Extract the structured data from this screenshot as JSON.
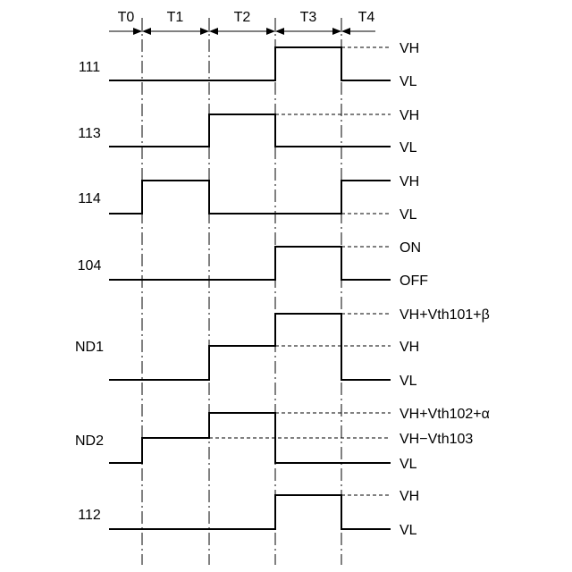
{
  "periods": [
    "T0",
    "T1",
    "T2",
    "T3",
    "T4"
  ],
  "signals": [
    {
      "name": "111",
      "levels": [
        "VH",
        "VL"
      ],
      "transitions": [
        "VL",
        "VL",
        "VL",
        "VH",
        "VL"
      ]
    },
    {
      "name": "113",
      "levels": [
        "VH",
        "VL"
      ],
      "transitions": [
        "VL",
        "VL",
        "VH",
        "VL",
        "VL"
      ]
    },
    {
      "name": "114",
      "levels": [
        "VH",
        "VL"
      ],
      "transitions": [
        "VL",
        "VH",
        "VL",
        "VL",
        "VH"
      ]
    },
    {
      "name": "104",
      "levels": [
        "ON",
        "OFF"
      ],
      "transitions": [
        "OFF",
        "OFF",
        "OFF",
        "ON",
        "OFF"
      ]
    },
    {
      "name": "ND1",
      "levels": [
        "VH+Vth101+β",
        "VH",
        "VL"
      ],
      "transitions": [
        "VL",
        "VL",
        "VH",
        "VH+Vth101+β",
        "VL"
      ]
    },
    {
      "name": "ND2",
      "levels": [
        "VH+Vth102+α",
        "VH−Vth103",
        "VL"
      ],
      "transitions": [
        "VL",
        "VH−Vth103",
        "VH+Vth102+α",
        "VL",
        "VL"
      ]
    },
    {
      "name": "112",
      "levels": [
        "VH",
        "VL"
      ],
      "transitions": [
        "VL",
        "VL",
        "VL",
        "VH",
        "VL"
      ]
    }
  ]
}
